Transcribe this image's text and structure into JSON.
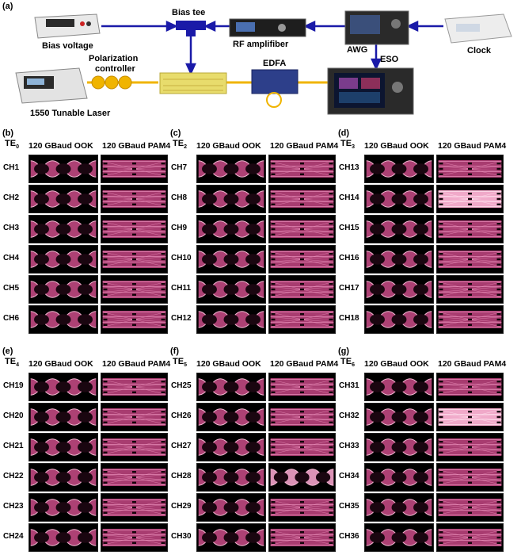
{
  "panel_a": {
    "label": "(a)",
    "components": {
      "bias_voltage": "Bias voltage",
      "bias_tee": "Bias tee",
      "rf_amplifier": "RF amplifiber",
      "awg": "AWG",
      "clock": "Clock",
      "polarization_controller_line1": "Polarization",
      "polarization_controller_line2": "controller",
      "edfa": "EDFA",
      "eso": "ESO",
      "laser": "1550 Tunable Laser"
    }
  },
  "col_headers": {
    "ook": "120 GBaud OOK",
    "pam4": "120 GBaud PAM4"
  },
  "panels": [
    {
      "label": "(b)",
      "mode": "TE",
      "mode_sub": "0",
      "channels": [
        "CH1",
        "CH2",
        "CH3",
        "CH4",
        "CH5",
        "CH6"
      ]
    },
    {
      "label": "(c)",
      "mode": "TE",
      "mode_sub": "2",
      "channels": [
        "CH7",
        "CH8",
        "CH9",
        "CH10",
        "CH11",
        "CH12"
      ]
    },
    {
      "label": "(d)",
      "mode": "TE",
      "mode_sub": "3",
      "channels": [
        "CH13",
        "CH14",
        "CH15",
        "CH16",
        "CH17",
        "CH18"
      ]
    },
    {
      "label": "(e)",
      "mode": "TE",
      "mode_sub": "4",
      "channels": [
        "CH19",
        "CH20",
        "CH21",
        "CH22",
        "CH23",
        "CH24"
      ]
    },
    {
      "label": "(f)",
      "mode": "TE",
      "mode_sub": "5",
      "channels": [
        "CH25",
        "CH26",
        "CH27",
        "CH28",
        "CH29",
        "CH30"
      ]
    },
    {
      "label": "(g)",
      "mode": "TE",
      "mode_sub": "6",
      "channels": [
        "CH31",
        "CH32",
        "CH33",
        "CH34",
        "CH35",
        "CH36"
      ]
    }
  ],
  "colors": {
    "link_blue": "#1a1aa8",
    "fiber_yellow": "#f0b400",
    "eye_pink": "#d9508c",
    "eye_bg": "#000000"
  }
}
